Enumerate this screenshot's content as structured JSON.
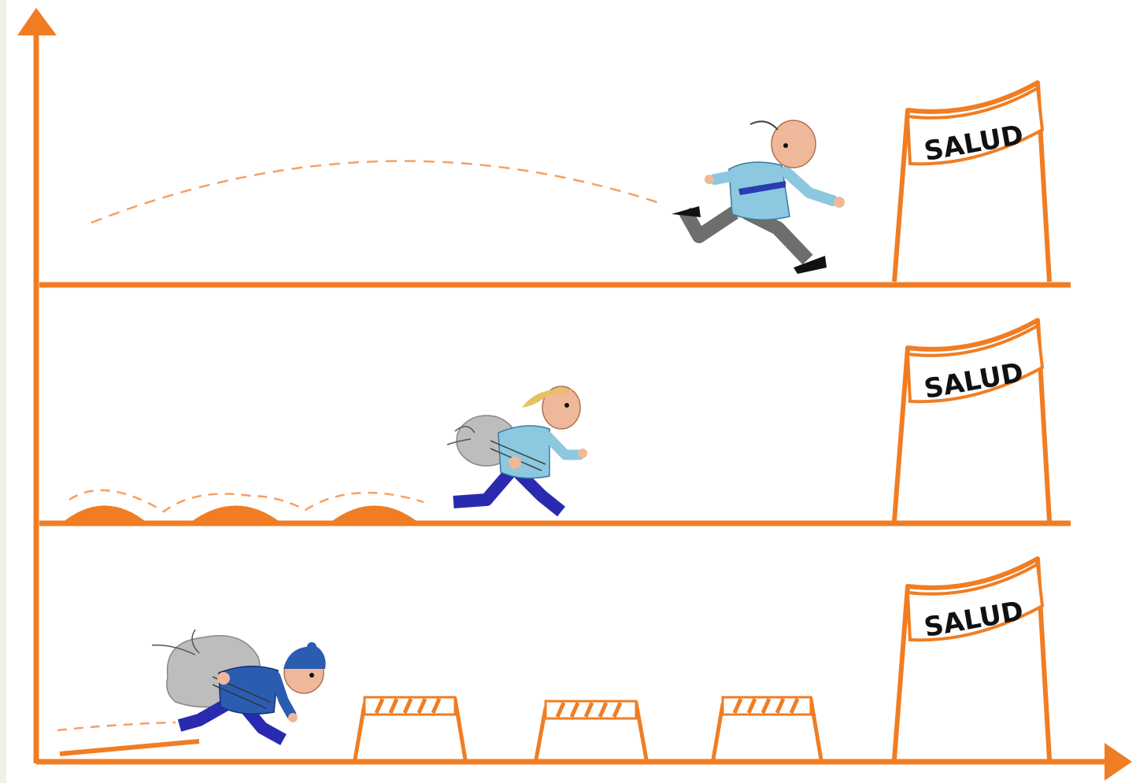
{
  "colors": {
    "axis": "#f07d23",
    "hurdle_top": "#f07d23",
    "flag_text": "#111111",
    "shirt_light": "#8cc8e0",
    "shirt_dark": "#2a5cb0",
    "pants_grey": "#707070",
    "pants_blue": "#2a2ab0",
    "sack": "#bdbdbd",
    "skin": "#f0b89a",
    "hair_blond": "#e8c060"
  },
  "lanes": [
    {
      "id": "top",
      "runner": "businessman-running",
      "obstacles": "none",
      "goal_flag": {
        "label": "SALUD"
      }
    },
    {
      "id": "middle",
      "runner": "runner-with-small-sack",
      "obstacles": "mounds",
      "goal_flag": {
        "label": "SALUD"
      }
    },
    {
      "id": "bottom",
      "runner": "runner-with-large-sack",
      "obstacles": "hurdles",
      "goal_flag": {
        "label": "SALUD"
      }
    }
  ]
}
